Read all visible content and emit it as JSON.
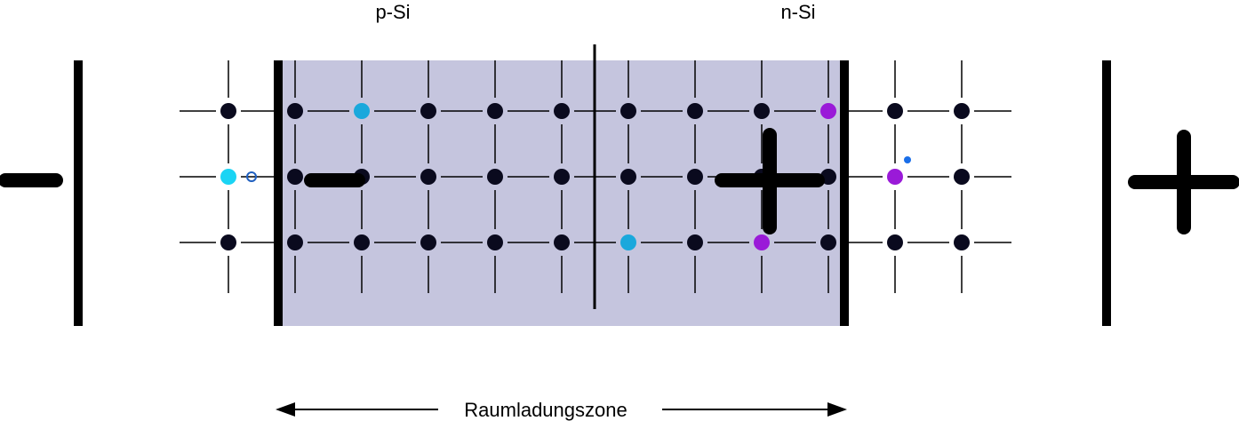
{
  "labels": {
    "p_region": "p-Si",
    "n_region": "n-Si",
    "zone": "Raumladungszone"
  },
  "colors": {
    "depletion_fill": "#c5c5de",
    "lattice_atom": "#0a0a1e",
    "acceptor_atom": "#1aa8dc",
    "acceptor_atom_free": "#1ad4f4",
    "donor_atom": "#9a1ad8",
    "hole": "#1f5fbf",
    "electron": "#1a6ee8",
    "line": "#000000"
  },
  "lattice": {
    "columns": 12,
    "rows": 3,
    "acceptor_sites": [
      [
        2,
        0
      ],
      [
        6,
        2
      ],
      [
        0,
        1
      ]
    ],
    "donor_sites": [
      [
        9,
        0
      ],
      [
        8,
        2
      ],
      [
        10,
        1
      ]
    ]
  },
  "polarity": {
    "left_terminal": "minus",
    "right_terminal": "plus",
    "space_charge_left": "minus",
    "space_charge_right": "plus"
  }
}
